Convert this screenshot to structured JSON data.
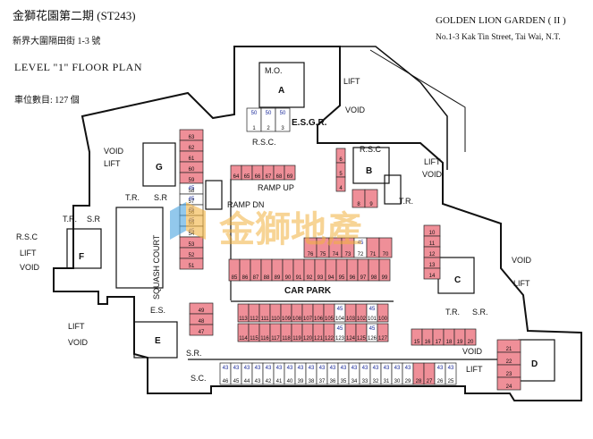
{
  "header": {
    "title_cn": "金獅花園第二期  (ST243)",
    "address_cn": "新界大圍隔田街 1-3 號",
    "level": "LEVEL \"1\" FLOOR PLAN",
    "count_cn": "車位數目: 127 個",
    "title_en": "GOLDEN LION GARDEN ( II )",
    "address_en": "No.1-3 Kak Tin Street, Tai Wai, N.T."
  },
  "watermark": "金獅地產",
  "labels": {
    "mo": "M.O.",
    "lift": "LIFT",
    "void": "VOID",
    "esgr": "E.S.G.R.",
    "rsc": "R.S.C.",
    "rsc2": "R.S.C",
    "tr": "T.R.",
    "sr": "S.R",
    "sr2": "S.R.",
    "es": "E.S.",
    "sc": "S.C.",
    "ramp_up": "RAMP UP",
    "ramp_dn": "RAMP DN",
    "car_park": "CAR PARK",
    "squash_court": "SQUASH COURT",
    "block_a": "A",
    "block_b": "B",
    "block_c": "C",
    "block_d": "D",
    "block_e": "E",
    "block_f": "F",
    "block_g": "G"
  },
  "spaces": {
    "top_row": [
      "1",
      "2",
      "3"
    ],
    "top_row_marks": [
      "50",
      "50",
      "50"
    ],
    "west_col": [
      "63",
      "62",
      "61",
      "60",
      "59",
      "58",
      "57",
      "56",
      "55",
      "54",
      "53",
      "52",
      "51"
    ],
    "west_col_marks": [
      "",
      "",
      "",
      "",
      "",
      "45",
      "45",
      "45",
      "45",
      "45",
      "",
      "",
      ""
    ],
    "ramp_row": [
      "64",
      "65",
      "66",
      "67",
      "68",
      "69"
    ],
    "b_col": [
      "6",
      "5",
      "4"
    ],
    "b_pair": [
      "8",
      "9"
    ],
    "east_col": [
      "10",
      "11",
      "12",
      "13",
      "14"
    ],
    "mid_top": [
      "76",
      "75",
      "74",
      "73",
      "72",
      "71",
      "70"
    ],
    "mid_top_marks": [
      "",
      "",
      "",
      "",
      "45",
      "",
      ""
    ],
    "mid_bot": [
      "85",
      "86",
      "87",
      "88",
      "89",
      "90",
      "91",
      "92",
      "93",
      "94",
      "95",
      "96",
      "97",
      "98",
      "99"
    ],
    "cp_top": [
      "113",
      "112",
      "111",
      "110",
      "109",
      "108",
      "107",
      "106",
      "105",
      "104",
      "103",
      "102",
      "101",
      "100"
    ],
    "cp_top_marks": [
      "",
      "",
      "",
      "",
      "",
      "",
      "",
      "",
      "",
      "45",
      "",
      "",
      "45",
      ""
    ],
    "cp_bot": [
      "114",
      "115",
      "116",
      "117",
      "118",
      "119",
      "120",
      "121",
      "122",
      "123",
      "124",
      "125",
      "126",
      "127"
    ],
    "cp_bot_marks": [
      "",
      "",
      "",
      "",
      "",
      "",
      "",
      "",
      "",
      "45",
      "",
      "",
      "45",
      ""
    ],
    "e_col": [
      "49",
      "48",
      "47"
    ],
    "south_row": [
      "46",
      "45",
      "44",
      "43",
      "42",
      "41",
      "40",
      "39",
      "38",
      "37",
      "36",
      "35",
      "34",
      "33",
      "32",
      "31",
      "30",
      "29",
      "28",
      "27",
      "26",
      "25"
    ],
    "south_row_marks": [
      "43",
      "43",
      "43",
      "43",
      "43",
      "43",
      "43",
      "43",
      "43",
      "43",
      "43",
      "43",
      "43",
      "43",
      "43",
      "43",
      "43",
      "43",
      "",
      "",
      "43",
      "43"
    ],
    "c_row": [
      "15",
      "16",
      "17",
      "18",
      "19",
      "20"
    ],
    "d_col": [
      "21",
      "22",
      "23",
      "24"
    ]
  }
}
